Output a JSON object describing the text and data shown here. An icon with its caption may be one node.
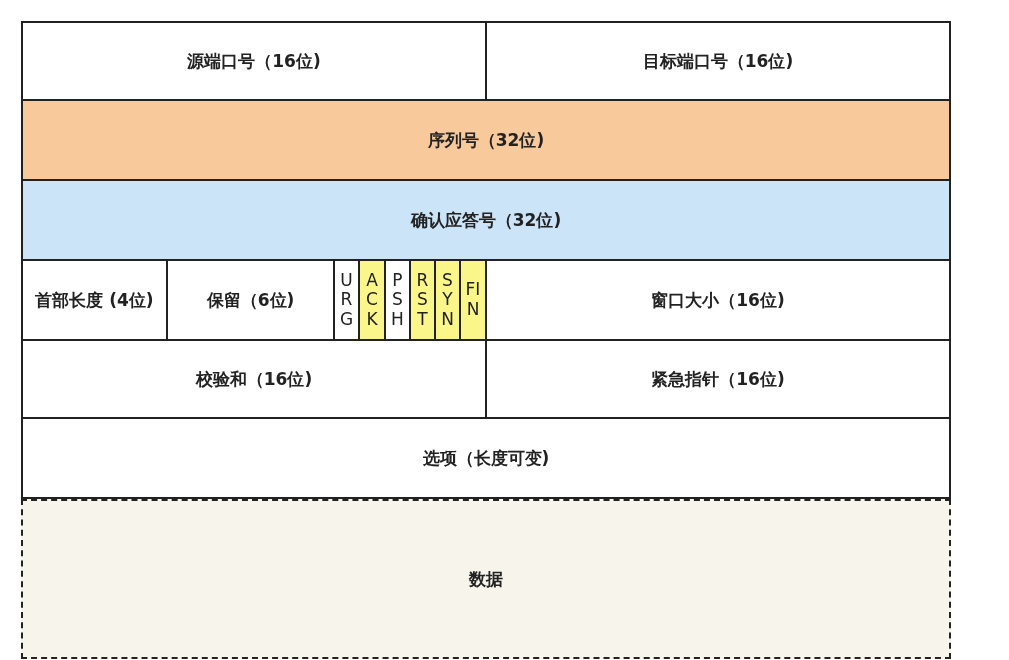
{
  "diagram": {
    "nodes": [
      {
        "text": [
          "源端口号（16位)"
        ]
      },
      {
        "text": [
          "目标端口号（16位)"
        ]
      },
      {
        "text": [
          "序列号（32位)"
        ]
      },
      {
        "text": [
          "确认应答号（32位)"
        ]
      },
      {
        "text": [
          "首部长度 (4位)"
        ]
      },
      {
        "text": [
          "保留（6位)"
        ]
      },
      {
        "text": [
          "URG"
        ]
      },
      {
        "text": [
          "ACK"
        ]
      },
      {
        "text": [
          "PSH"
        ]
      },
      {
        "text": [
          "RST"
        ]
      },
      {
        "text": [
          "SYN"
        ]
      },
      {
        "text": [
          "FIN"
        ]
      },
      {
        "text": [
          "窗口大小（16位)"
        ]
      },
      {
        "text": [
          "校验和（16位)"
        ]
      },
      {
        "text": [
          "紧急指针（16位)"
        ]
      },
      {
        "text": [
          "选项（长度可变)"
        ]
      },
      {
        "text": [
          "数据"
        ]
      }
    ]
  }
}
